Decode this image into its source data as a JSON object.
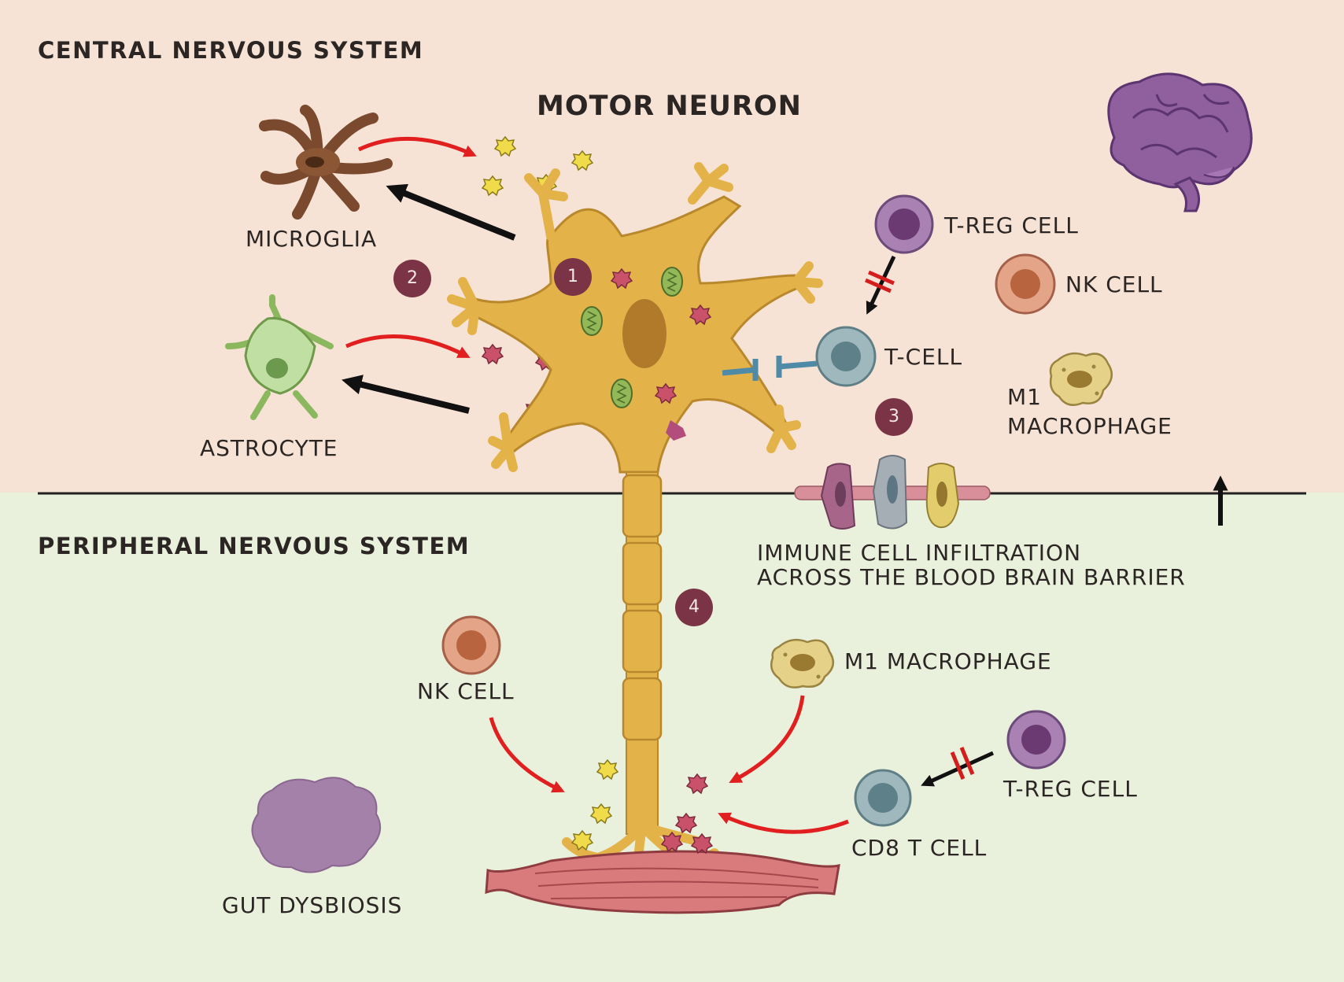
{
  "regions": {
    "cns": "CENTRAL NERVOUS SYSTEM",
    "pns": "PERIPHERAL NERVOUS SYSTEM"
  },
  "title": "MOTOR NEURON",
  "labels": {
    "microglia": "MICROGLIA",
    "astrocyte": "ASTROCYTE",
    "treg_top": "T-REG CELL",
    "nk_top": "NK CELL",
    "tcell": "T-CELL",
    "m1_top_line1": "M1",
    "m1_top_line2": "MACROPHAGE",
    "bbb_line1": "IMMUNE CELL INFILTRATION",
    "bbb_line2": "ACROSS THE BLOOD BRAIN BARRIER",
    "nk_bottom": "NK CELL",
    "m1_bottom": "M1 MACROPHAGE",
    "treg_bottom": "T-REG CELL",
    "cd8": "CD8 T CELL",
    "gut": "GUT DYSBIOSIS"
  },
  "badges": [
    "1",
    "2",
    "3",
    "4"
  ],
  "colors": {
    "cns_background": "#f6e3d6",
    "pns_background": "#e9f0dc",
    "neuron": "#e3b34a",
    "badge": "#7a3446",
    "signal_arrow": "#e21f1f"
  }
}
